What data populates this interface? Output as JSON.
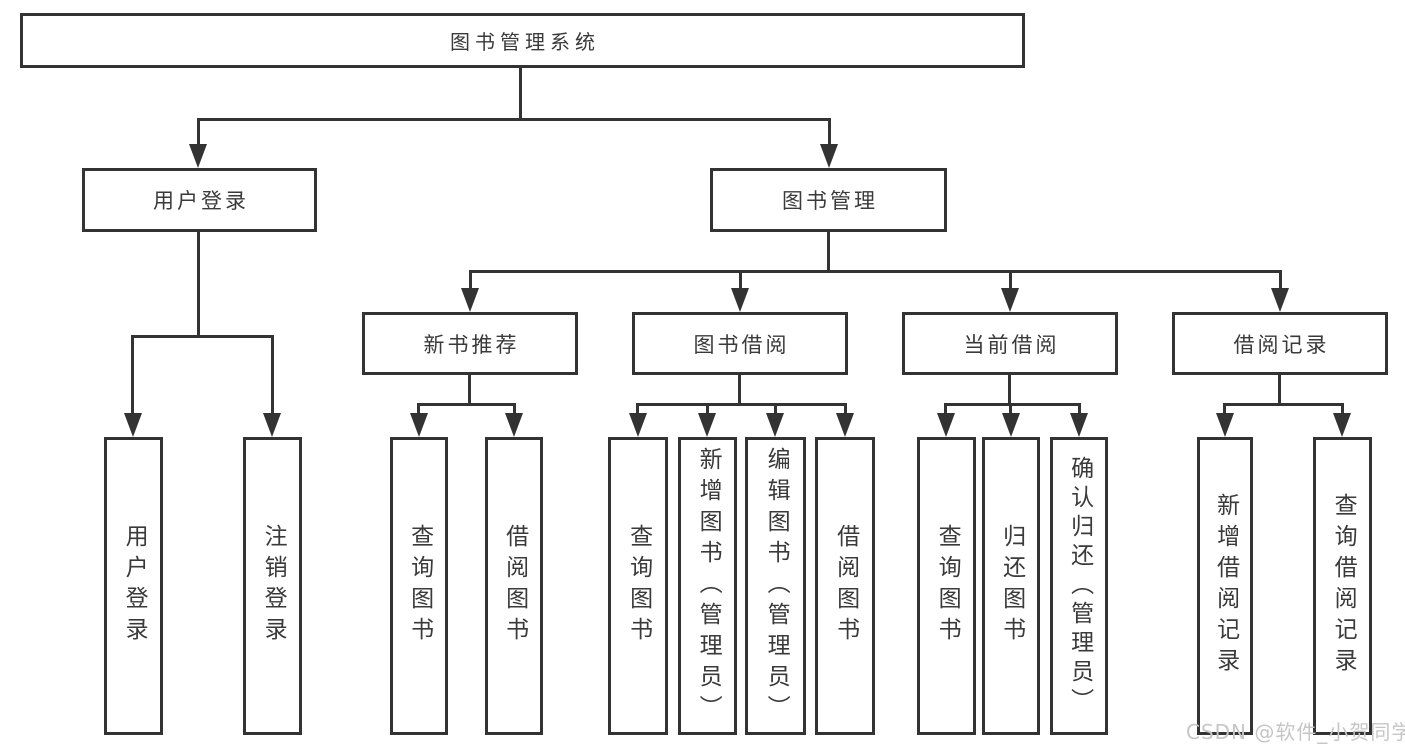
{
  "diagram": {
    "watermark": "CSDN @软件_小贺同学",
    "colors": {
      "line": "#333333",
      "box_background": "#ffffff",
      "text": "#3a3a3a",
      "watermark": "#c6c6c6"
    }
  },
  "nodes": {
    "root": {
      "label": "图书管理系统"
    },
    "branches": [
      {
        "label": "用户登录",
        "leaves": [
          {
            "label": "用户登录"
          },
          {
            "label": "注销登录"
          }
        ]
      },
      {
        "label": "图书管理",
        "groups": [
          {
            "label": "新书推荐",
            "leaves": [
              {
                "label": "查询图书"
              },
              {
                "label": "借阅图书"
              }
            ]
          },
          {
            "label": "图书借阅",
            "leaves": [
              {
                "label": "查询图书"
              },
              {
                "label": "新增图书（管理员）"
              },
              {
                "label": "编辑图书（管理员）"
              },
              {
                "label": "借阅图书"
              }
            ]
          },
          {
            "label": "当前借阅",
            "leaves": [
              {
                "label": "查询图书"
              },
              {
                "label": "归还图书"
              },
              {
                "label": "确认归还（管理员）"
              }
            ]
          },
          {
            "label": "借阅记录",
            "leaves": [
              {
                "label": "新增借阅记录"
              },
              {
                "label": "查询借阅记录"
              }
            ]
          }
        ]
      }
    ]
  }
}
